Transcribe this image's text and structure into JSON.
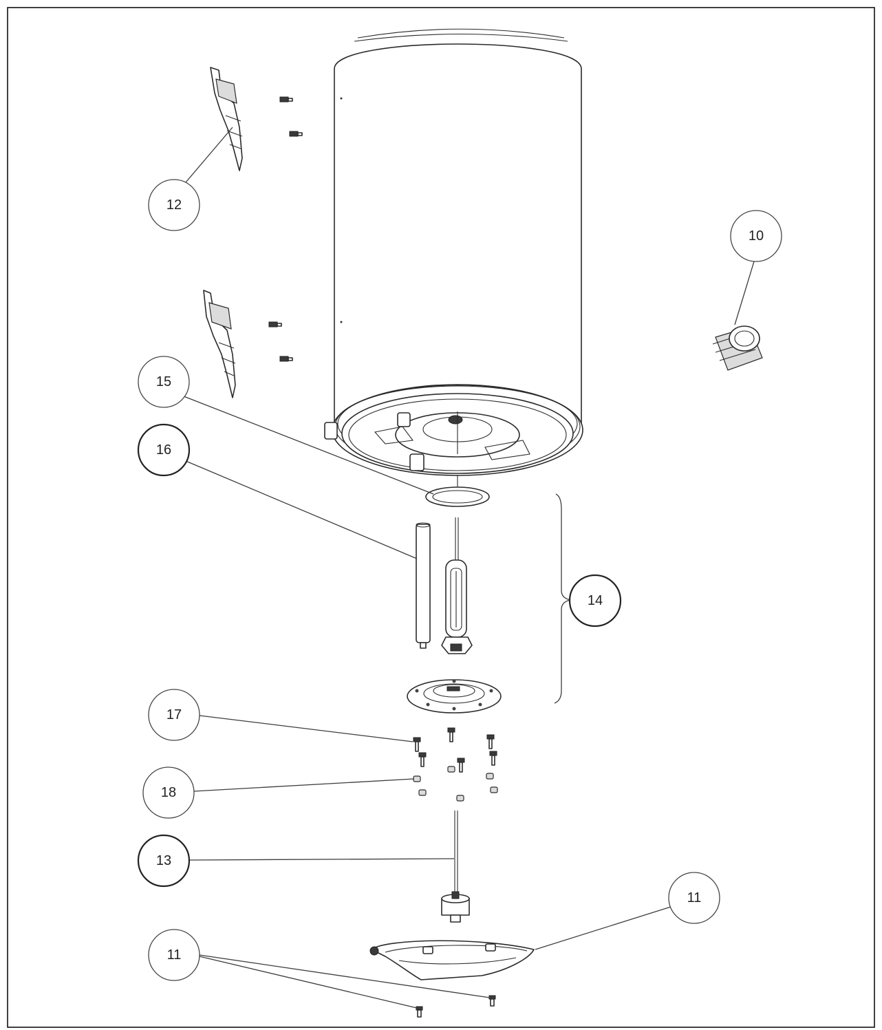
{
  "callouts": [
    {
      "id": "c10",
      "label": "10"
    },
    {
      "id": "c11a",
      "label": "11"
    },
    {
      "id": "c11b",
      "label": "11"
    },
    {
      "id": "c12",
      "label": "12"
    },
    {
      "id": "c13",
      "label": "13"
    },
    {
      "id": "c14",
      "label": "14"
    },
    {
      "id": "c15",
      "label": "15"
    },
    {
      "id": "c16",
      "label": "16"
    },
    {
      "id": "c17",
      "label": "17"
    },
    {
      "id": "c18",
      "label": "18"
    }
  ],
  "parts": [
    {
      "name": "tank-body-icon"
    },
    {
      "name": "wall-bracket-upper-icon"
    },
    {
      "name": "wall-bracket-lower-icon"
    },
    {
      "name": "fitting-connector-icon"
    },
    {
      "name": "flange-gasket-icon"
    },
    {
      "name": "anode-rod-icon"
    },
    {
      "name": "heating-element-icon"
    },
    {
      "name": "flange-plate-icon"
    },
    {
      "name": "bolt-icon"
    },
    {
      "name": "nut-icon"
    },
    {
      "name": "thermostat-probe-icon"
    },
    {
      "name": "bottom-cover-icon"
    },
    {
      "name": "cover-screw-icon"
    }
  ]
}
